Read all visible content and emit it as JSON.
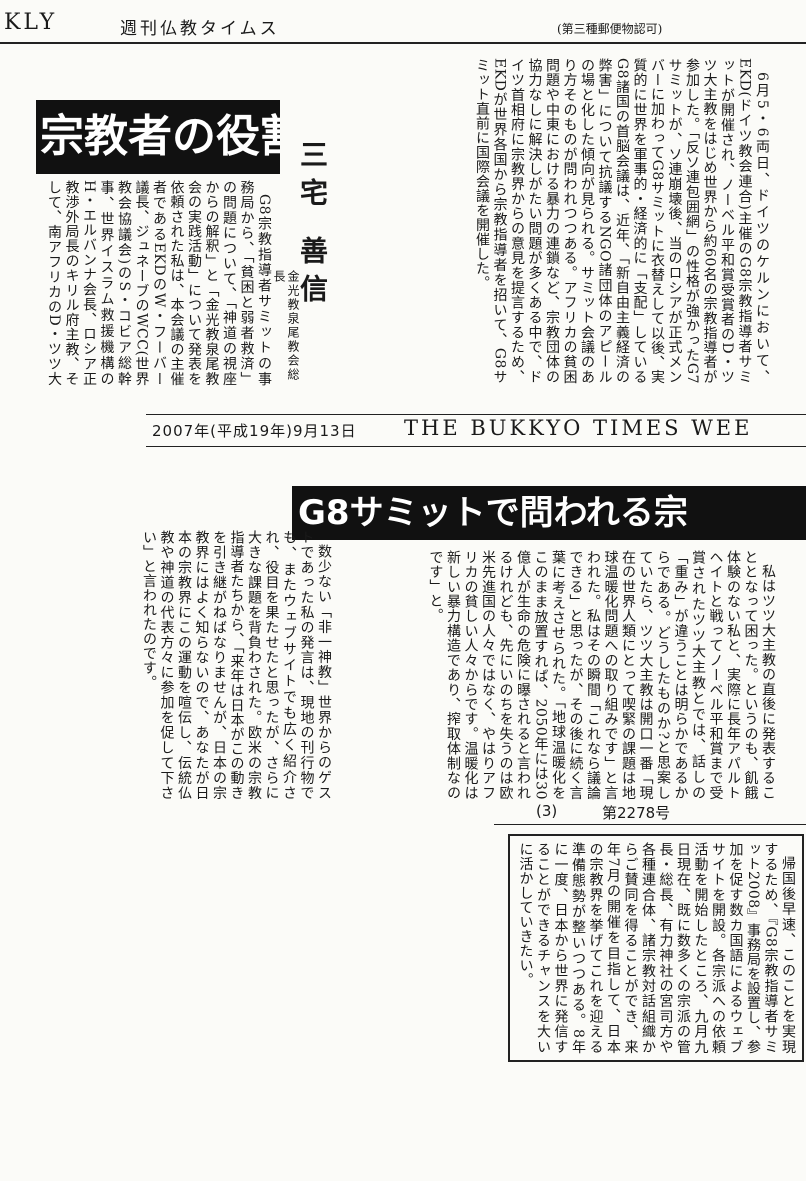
{
  "header": {
    "masthead_fragment": "KLY",
    "paper_name_ja": "週刊仏教タイムス",
    "postal_note": "(第三種郵便物認可)"
  },
  "article_top": {
    "headline_fragment": "宗教者の役割",
    "author_name": "三宅 善信",
    "author_title": "金光教泉尾教会総長",
    "col_right": "6月5・6両日、ドイツのケルンにおいて、EKD(ドイツ教会連合)主催のG8宗教指導者サミットが開催され、ノーベル平和賞受賞者のD・ツツ大主教をはじめ世界から約60名の宗教指導者が参加した。「反ソ連包囲網」の性格が強かったG7サミットが、ソ連崩壊後、当のロシアが正式メンバーに加わってG8サミットに衣替えして以後、実質的に世界を軍事的・経済的に「支配」しているG8諸国の首脳会議は、近年、「新自由主義経済の弊害」について抗議するNGO諸団体のアピールの場と化した傾向が見られる。サミット会議のあり方そのものが問われつつある。アフリカの貧困問題や中東における暴力の連鎖など、宗教団体の協力なしに解決しがたい問題が多くある中で、ドイツ首相府に宗教界からの意見を提言するため、EKDが世界各国から宗教指導者を招いて、G8サミット直前に国際会議を開催した。",
    "col_left": "G8宗教指導者サミットの事務局から、「貧困と弱者救済」の問題について、「神道の視座からの解釈」と「金光教泉尾教会の実践活動」について発表を依頼された私は、本会議の主催者であるEKDのW・フーバー議長、ジュネーブのWCC(世界教会協議会)のS・コビア総幹事、世界イスラム救援機構のH・エルバンナ会長、ロシア正教渉外局長のキリル府主教、そして、南アフリカのD・ツツ大主教と同じグループであった。"
  },
  "date_line": {
    "date": "2007年(平成19年)9月13日",
    "paper_name_en": "THE BUKKYO TIMES WEE"
  },
  "article_middle": {
    "headline_fragment": "G8サミットで問われる宗",
    "body_right": "私はツツ大主教の直後に発表することとなって困った。というのも、飢餓体験のない私と、実際に長年アパルトヘイトと戦ってノーベル平和賞まで受賞されたツツ大主教とでは、話しの「重み」が違うことは明らかであるからである。どうしたものか?と思案していたら、ツツ大主教は開口一番「現在の世界人類にとって喫緊の課題は地球温暖化問題への取り組みです」と言われた。私はその瞬間「これなら議論できる」と思ったが、その後に続く言葉に考えさせられた。「地球温暖化をこのまま放置すれば、2050年には30億人が生命の危険に曝されると言われるけれども、先にいのちを失うのは欧米先進国の人々ではなく、やはりアフリカの貧しい人々からです。温暖化は新しい暴力構造であり、搾取体制なのです」と。",
    "body_left": "数少ない「非一神教」世界からのゲストであった私の発言は、現地の刊行物でも、またウェブサイトでも広く紹介され、役目を果たせたと思ったが、さらに大きな課題を背負わされた。欧米の宗教指導者たちから、「来年は日本がこの動きを引き継がねばなりませんが、日本の宗教界にはよく知らないので、あなたが日本の宗教界にこの運動を喧伝し、伝統仏教や神道の代表方々に参加を促して下さい」と言われたのです。"
  },
  "page_info": {
    "page_number": "(3)",
    "issue_number": "第2278号"
  },
  "boxed_article": {
    "text": "帰国後早速、このことを実現するため、『G8宗教指導者サミット2008』事務局を設置し、参加を促す数カ国語によるウェブサイトを開設。各宗派への依頼活動を開始したところ、九月九日現在、既に数多くの宗派の管長・総長、有力神社の宮司方や各種連合体、諸宗教対話組織からご賛同を得ることができ、来年7月の開催を目指して、日本の宗教界を挙げてこれを迎える準備態勢が整いつつある。8年に一度、日本から世界に発信することができるチャンスを大いに活かしていきたい。"
  },
  "colors": {
    "ink": "#1a1a1a",
    "paper": "#fbfbf8",
    "banner_bg": "#111111",
    "banner_text": "#ffffff"
  }
}
